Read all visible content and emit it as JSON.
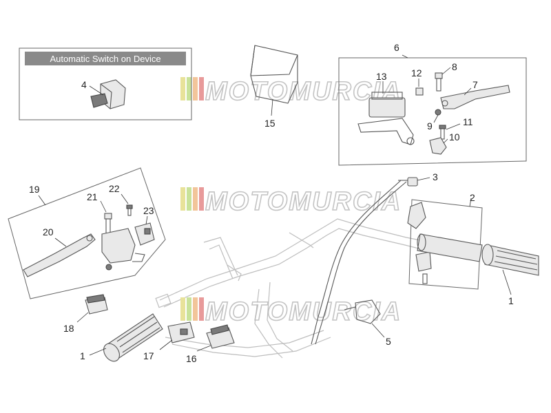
{
  "legend": {
    "text": "Automatic Switch on Device",
    "bg_color": "#8a8a8a"
  },
  "watermark": {
    "text": "MOTOMURCIA",
    "stripe_colors": [
      "#e8e29a",
      "#c9e29a",
      "#f2c59a",
      "#e89a9a"
    ]
  },
  "callouts": {
    "c1a": "1",
    "c1b": "1",
    "c2": "2",
    "c3": "3",
    "c4": "4",
    "c5": "5",
    "c6": "6",
    "c7": "7",
    "c8": "8",
    "c9": "9",
    "c10": "10",
    "c11": "11",
    "c12": "12",
    "c13": "13",
    "c15": "15",
    "c16": "16",
    "c17": "17",
    "c18": "18",
    "c19": "19",
    "c20": "20",
    "c21": "21",
    "c22": "22",
    "c23": "23"
  }
}
